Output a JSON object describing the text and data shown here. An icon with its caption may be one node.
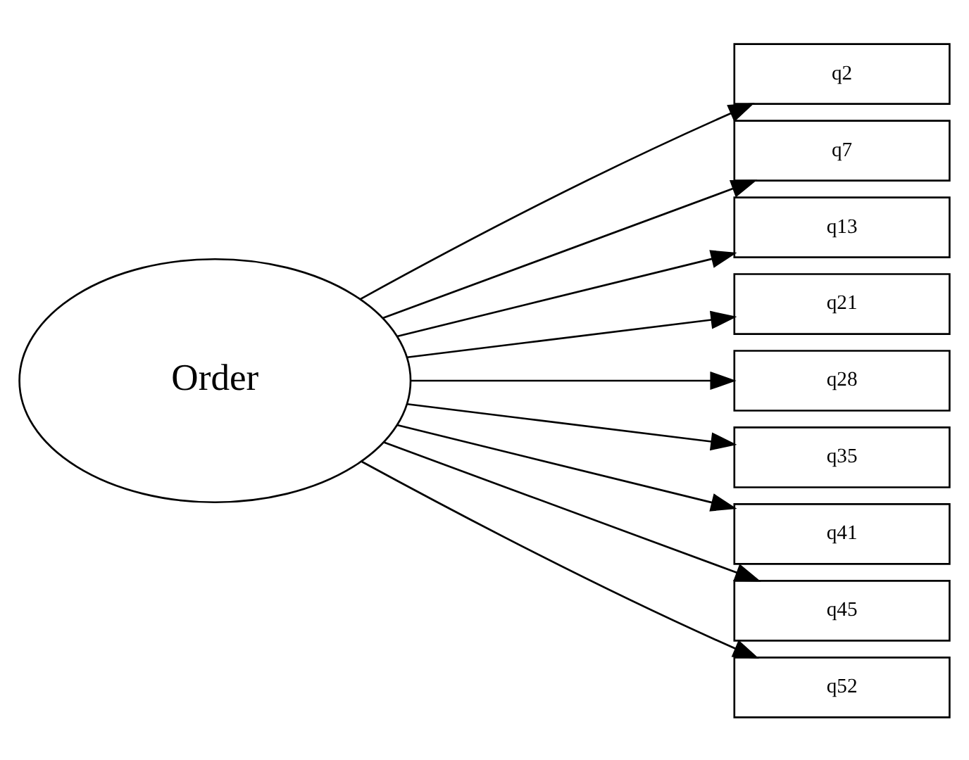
{
  "diagram": {
    "nodes": [
      {
        "text": [
          "Order"
        ]
      },
      {
        "text": [
          "q2"
        ]
      },
      {
        "text": [
          "q7"
        ]
      },
      {
        "text": [
          "q13"
        ]
      },
      {
        "text": [
          "q21"
        ]
      },
      {
        "text": [
          "q28"
        ]
      },
      {
        "text": [
          "q35"
        ]
      },
      {
        "text": [
          "q41"
        ]
      },
      {
        "text": [
          "q45"
        ]
      },
      {
        "text": [
          "q52"
        ]
      }
    ],
    "edges": [
      {
        "from": 0,
        "to": 1,
        "arrow": "to"
      },
      {
        "from": 0,
        "to": 2,
        "arrow": "to"
      },
      {
        "from": 0,
        "to": 3,
        "arrow": "to"
      },
      {
        "from": 0,
        "to": 4,
        "arrow": "to"
      },
      {
        "from": 0,
        "to": 5,
        "arrow": "to"
      },
      {
        "from": 0,
        "to": 6,
        "arrow": "to"
      },
      {
        "from": 0,
        "to": 7,
        "arrow": "to"
      },
      {
        "from": 0,
        "to": 8,
        "arrow": "to"
      },
      {
        "from": 0,
        "to": 9,
        "arrow": "to"
      }
    ]
  }
}
